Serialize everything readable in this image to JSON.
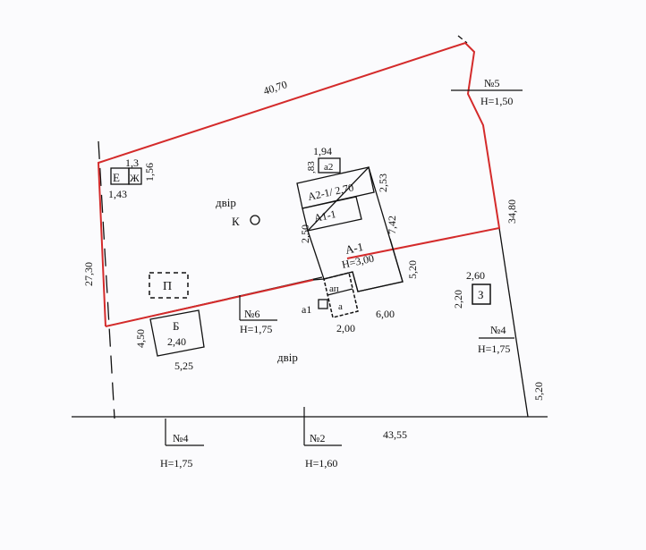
{
  "colors": {
    "paper": "#fbfbfd",
    "ink": "#111111",
    "boundary": "#d42b2b"
  },
  "dimensions": {
    "top_side": "40,70",
    "left_side": "27,30",
    "right_upper": "34,80",
    "right_lower": "5,20",
    "bottom_street": "43,55",
    "a1_step": "5,20"
  },
  "buildings": {
    "ezh": {
      "letter": "Е",
      "letter2": "Ж",
      "w": "1,3",
      "h": "1,56",
      "d": "1,43"
    },
    "a2": {
      "label": "а2",
      "d1": "1,94",
      "d2": ",83"
    },
    "a2_1": {
      "label": "А2-1/ 2,70",
      "d": "2,53"
    },
    "a1_1": {
      "label": "А1-1",
      "d": "2,50",
      "d2": "7,42"
    },
    "a_1": {
      "label": "А-1",
      "h": "Н=3,00",
      "w1": "2,00",
      "w2": "6,00"
    },
    "ap": {
      "label": "ап",
      "a": "а",
      "a1": "а1"
    },
    "p": {
      "label": "П"
    },
    "b": {
      "label": "Б",
      "h": "2,40",
      "d": "4,50",
      "w": "5,25"
    },
    "z": {
      "label": "З",
      "w": "2,60",
      "h": "2,20"
    }
  },
  "labels": {
    "yard1": "двір",
    "yard2": "двір",
    "k": "К"
  },
  "markers": {
    "n5": {
      "num": "№5",
      "h": "Н=1,50"
    },
    "n6": {
      "num": "№6",
      "h": "Н=1,75"
    },
    "n4_right": {
      "num": "№4",
      "h": "Н=1,75"
    },
    "n4_bottom": {
      "num": "№4",
      "h": "Н=1,75"
    },
    "n2": {
      "num": "№2",
      "h": "Н=1,60"
    }
  }
}
